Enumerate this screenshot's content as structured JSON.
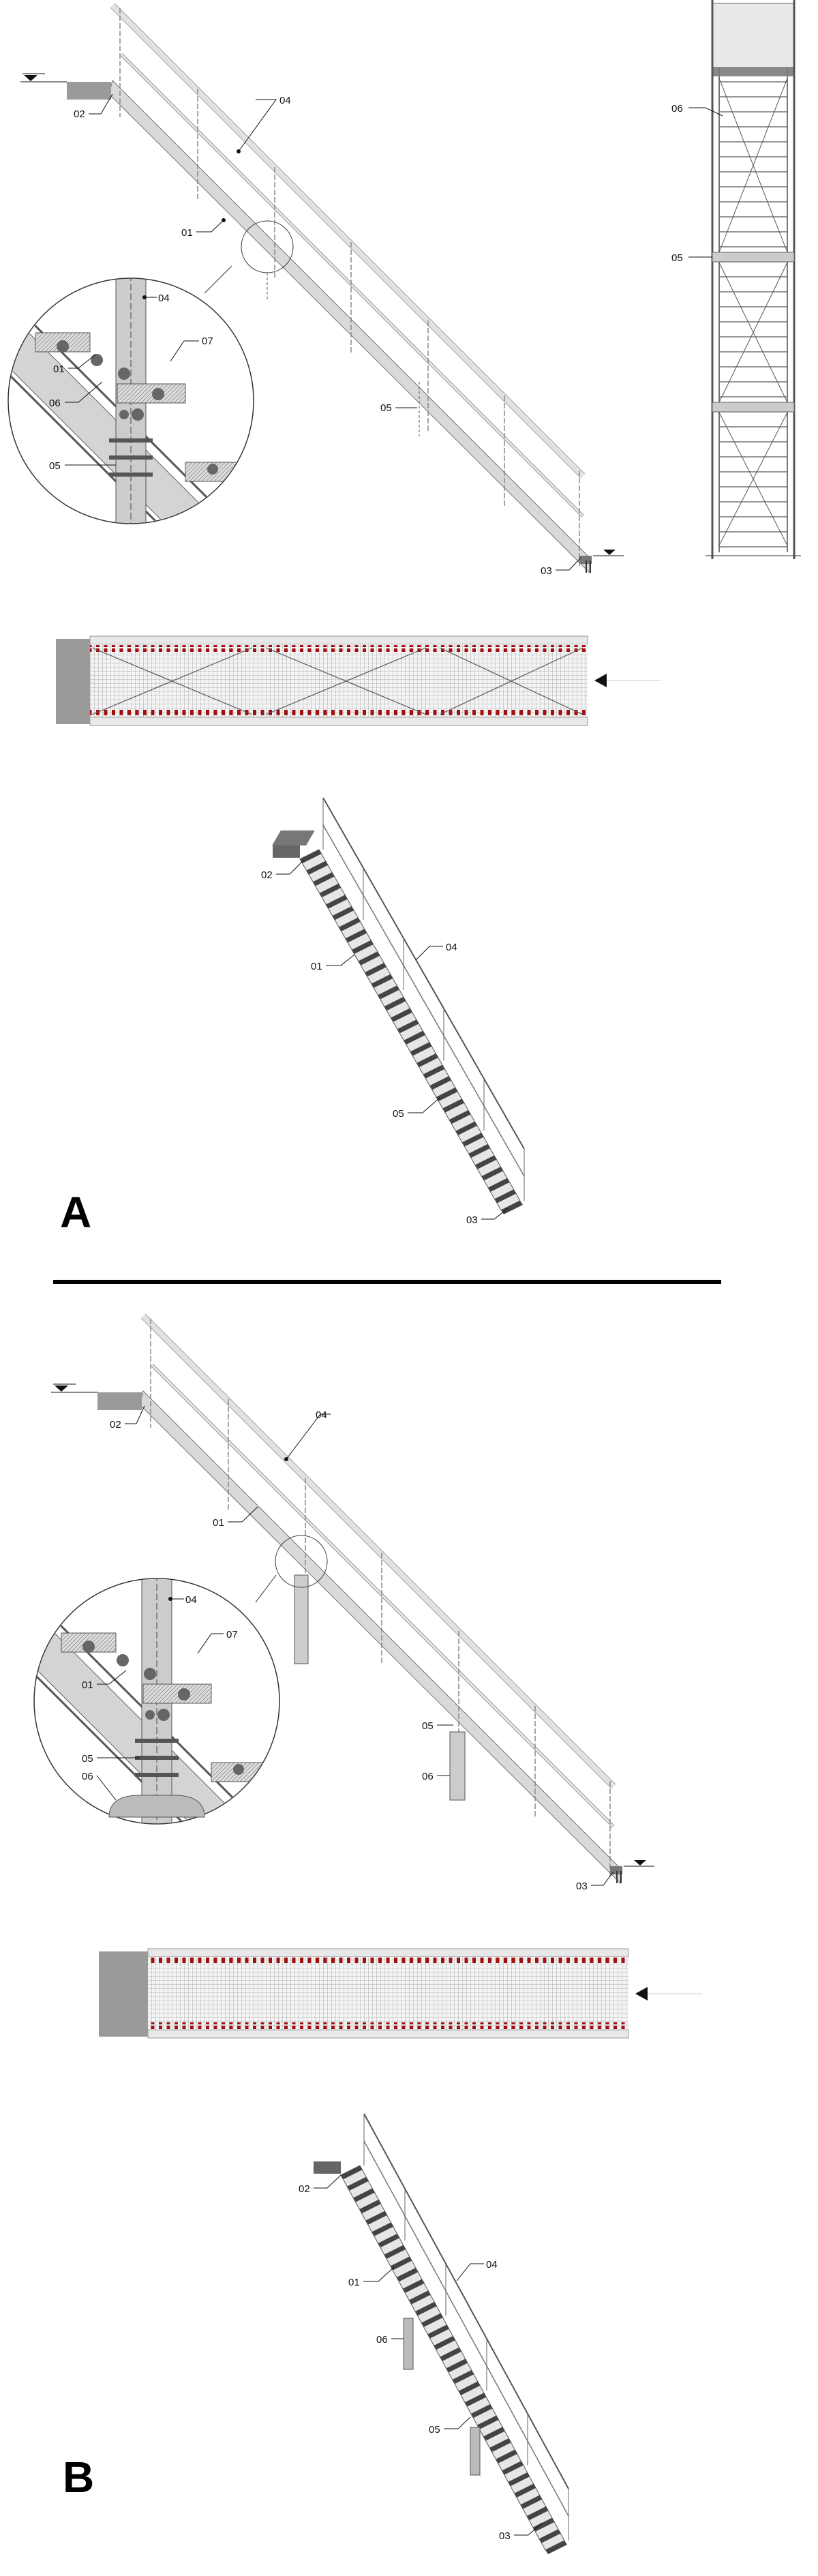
{
  "section_a": {
    "letter": "A",
    "elevation_labels": {
      "l04": "04",
      "l02": "02",
      "l01": "01",
      "l05": "05",
      "l03": "03"
    },
    "side_view_labels": {
      "l06": "06",
      "l05": "05"
    },
    "detail_labels": {
      "l04": "04",
      "l07": "07",
      "l01": "01",
      "l06": "06",
      "l05": "05"
    },
    "iso_labels": {
      "l02": "02",
      "l04": "04",
      "l01": "01",
      "l05": "05",
      "l03": "03"
    }
  },
  "section_b": {
    "letter": "B",
    "elevation_labels": {
      "l04": "04",
      "l02": "02",
      "l01": "01",
      "l05": "05",
      "l06": "06",
      "l03": "03"
    },
    "detail_labels": {
      "l04": "04",
      "l07": "07",
      "l01": "01",
      "l05": "05",
      "l06": "06"
    },
    "iso_labels": {
      "l02": "02",
      "l04": "04",
      "l01": "01",
      "l06": "06",
      "l05": "05",
      "l03": "03"
    }
  },
  "colors": {
    "grating_dots": "#a01010",
    "slab": "#9a9a9a",
    "rail": "#d8d8d8",
    "line": "#555555"
  }
}
